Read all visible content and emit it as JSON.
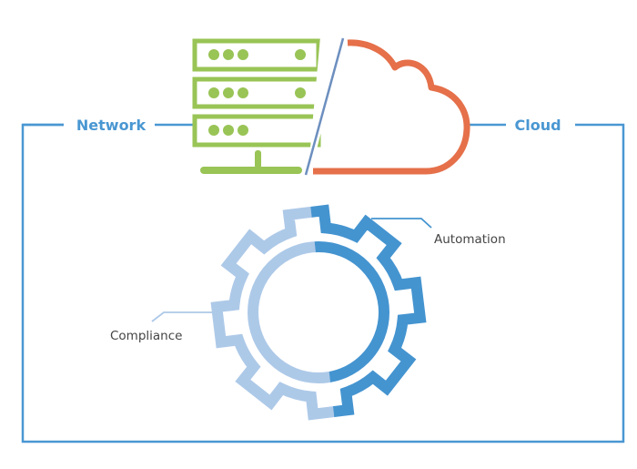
{
  "diagram": {
    "labels": {
      "network": "Network",
      "cloud": "Cloud",
      "automation": "Automation",
      "compliance": "Compliance"
    },
    "icons": {
      "server": "server-rack-icon",
      "cloud": "cloud-icon",
      "gear": "gear-icon"
    },
    "gear_teeth": 8,
    "colors": {
      "frame": "#4a97d2",
      "label_blue": "#4a97d2",
      "label_dark": "#444444",
      "server_green": "#99c456",
      "cloud_orange": "#e5704a",
      "divider": "#6d8fbf",
      "gear_dark": "#4494d0",
      "gear_light": "#adc9e8"
    }
  }
}
